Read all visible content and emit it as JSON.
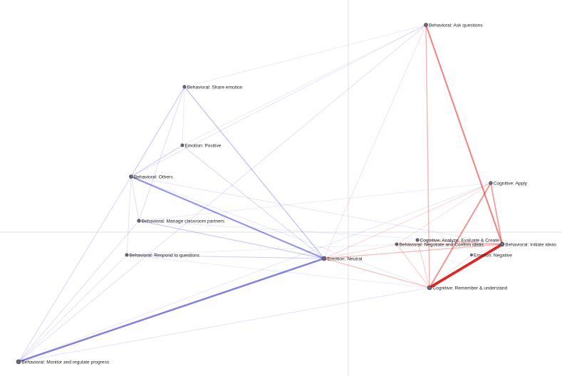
{
  "colors": {
    "group_a": "#2a2ad0",
    "group_b": "#e01010",
    "axis": "#d8d8d8",
    "node_fill": "#6b6b7a",
    "node_stroke": "#3a3a3a"
  },
  "nodes": [
    {
      "id": "ask",
      "label": "Behavioral: Ask questions"
    },
    {
      "id": "share",
      "label": "Behavioral: Share emotion"
    },
    {
      "id": "pos",
      "label": "Emotion: Positive"
    },
    {
      "id": "others",
      "label": "Behavioral: Others"
    },
    {
      "id": "apply",
      "label": "Cognitive: Apply"
    },
    {
      "id": "manage",
      "label": "Behavioral: Manage classroom partners"
    },
    {
      "id": "analyze",
      "label": "Cognitive: Analyze, Evaluate & Create"
    },
    {
      "id": "initiate",
      "label": "Behavioral: Initiate ideas"
    },
    {
      "id": "negotiate",
      "label": "Behavioral: Negotiate and Confirm ideas"
    },
    {
      "id": "respond",
      "label": "Behavioral: Respond to questions"
    },
    {
      "id": "neutral",
      "label": "Emotion: Neutral"
    },
    {
      "id": "neg",
      "label": "Emotion: Negative"
    },
    {
      "id": "remember",
      "label": "Cognitive: Remember & understand"
    },
    {
      "id": "monitor",
      "label": "Behavioral: Monitor and regulate progress"
    }
  ],
  "edges_group_a": [
    {
      "from": "neutral",
      "to": "monitor",
      "weight": 0.55
    },
    {
      "from": "neutral",
      "to": "others",
      "weight": 0.45
    },
    {
      "from": "neutral",
      "to": "share",
      "weight": 0.22
    },
    {
      "from": "neutral",
      "to": "manage",
      "weight": 0.18
    },
    {
      "from": "neutral",
      "to": "respond",
      "weight": 0.15
    },
    {
      "from": "neutral",
      "to": "pos",
      "weight": 0.12
    },
    {
      "from": "share",
      "to": "others",
      "weight": 0.18
    },
    {
      "from": "share",
      "to": "manage",
      "weight": 0.1
    },
    {
      "from": "others",
      "to": "monitor",
      "weight": 0.12
    },
    {
      "from": "others",
      "to": "manage",
      "weight": 0.1
    },
    {
      "from": "others",
      "to": "pos",
      "weight": 0.1
    },
    {
      "from": "manage",
      "to": "monitor",
      "weight": 0.1
    },
    {
      "from": "respond",
      "to": "monitor",
      "weight": 0.08
    },
    {
      "from": "respond",
      "to": "others",
      "weight": 0.08
    },
    {
      "from": "monitor",
      "to": "ask",
      "weight": 0.09
    },
    {
      "from": "monitor",
      "to": "remember",
      "weight": 0.08
    },
    {
      "from": "monitor",
      "to": "apply",
      "weight": 0.06
    },
    {
      "from": "others",
      "to": "ask",
      "weight": 0.07
    },
    {
      "from": "others",
      "to": "initiate",
      "weight": 0.07
    },
    {
      "from": "others",
      "to": "remember",
      "weight": 0.06
    },
    {
      "from": "share",
      "to": "ask",
      "weight": 0.05
    },
    {
      "from": "pos",
      "to": "ask",
      "weight": 0.05
    },
    {
      "from": "manage",
      "to": "apply",
      "weight": 0.05
    },
    {
      "from": "manage",
      "to": "initiate",
      "weight": 0.05
    },
    {
      "from": "respond",
      "to": "remember",
      "weight": 0.05
    },
    {
      "from": "respond",
      "to": "negotiate",
      "weight": 0.04
    },
    {
      "from": "share",
      "to": "pos",
      "weight": 0.06
    },
    {
      "from": "pos",
      "to": "others",
      "weight": 0.06
    }
  ],
  "edges_group_b": [
    {
      "from": "initiate",
      "to": "remember",
      "weight": 0.9
    },
    {
      "from": "ask",
      "to": "initiate",
      "weight": 0.45
    },
    {
      "from": "apply",
      "to": "remember",
      "weight": 0.4
    },
    {
      "from": "apply",
      "to": "initiate",
      "weight": 0.35
    },
    {
      "from": "ask",
      "to": "remember",
      "weight": 0.25
    },
    {
      "from": "neutral",
      "to": "initiate",
      "weight": 0.22
    },
    {
      "from": "neutral",
      "to": "remember",
      "weight": 0.2
    },
    {
      "from": "negotiate",
      "to": "initiate",
      "weight": 0.2
    },
    {
      "from": "analyze",
      "to": "initiate",
      "weight": 0.2
    },
    {
      "from": "analyze",
      "to": "remember",
      "weight": 0.15
    },
    {
      "from": "negotiate",
      "to": "remember",
      "weight": 0.15
    },
    {
      "from": "neutral",
      "to": "apply",
      "weight": 0.12
    },
    {
      "from": "neutral",
      "to": "negotiate",
      "weight": 0.1
    },
    {
      "from": "neutral",
      "to": "ask",
      "weight": 0.08
    },
    {
      "from": "apply",
      "to": "negotiate",
      "weight": 0.08
    },
    {
      "from": "remember",
      "to": "neg",
      "weight": 0.08
    },
    {
      "from": "initiate",
      "to": "neg",
      "weight": 0.08
    }
  ]
}
